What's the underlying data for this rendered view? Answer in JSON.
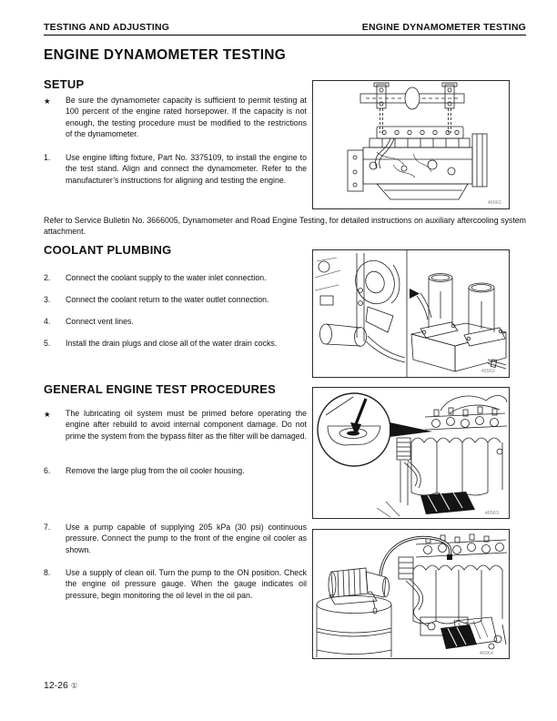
{
  "header": {
    "left": "TESTING AND ADJUSTING",
    "right": "ENGINE DYNAMOMETER TESTING"
  },
  "title": "ENGINE DYNAMOMETER TESTING",
  "setup": {
    "heading": "SETUP",
    "note_marker": "★",
    "note": "Be sure the dynamometer capacity is sufficient to permit testing at 100 percent of the engine rated horsepower. If the capacity is not enough, the testing procedure must be modified to the restrictions of the dynamometer.",
    "step": {
      "num": "1.",
      "text": "Use engine lifting fixture, Part No. 3375109, to install the engine to the test stand. Align and connect the dynamometer. Refer to the manufacturer’s instructions for aligning and testing the engine."
    }
  },
  "bulletin": "Refer to Service Bulletin No. 3666005, Dynamometer and Road Engine Testing, for detailed instructions on auxiliary aftercooling system attachment.",
  "coolant": {
    "heading": "COOLANT PLUMBING",
    "steps": [
      {
        "num": "2.",
        "text": "Connect the coolant supply to the water inlet connection."
      },
      {
        "num": "3.",
        "text": "Connect the coolant return to the water outlet connection."
      },
      {
        "num": "4.",
        "text": "Connect vent lines."
      },
      {
        "num": "5.",
        "text": "Install the drain plugs and close all of the water drain cocks."
      }
    ]
  },
  "general": {
    "heading": "GENERAL ENGINE TEST PROCEDURES",
    "note_marker": "★",
    "note": "The lubricating oil system must be primed before operating the engine after rebuild to avoid internal component damage. Do not prime the system from the bypass filter as the filter will be damaged.",
    "steps": [
      {
        "num": "6.",
        "text": "Remove the large plug from the oil cooler housing."
      },
      {
        "num": "7.",
        "text": "Use a pump capable of supplying 205 kPa (30 psi) continuous pressure. Connect the pump to the front of the engine oil cooler as shown."
      },
      {
        "num": "8.",
        "text": "Use a supply of clean oil. Turn the pump to the ON position. Check the engine oil pressure gauge. When the gauge indicates oil pressure, begin monitoring the oil level in the oil pan."
      }
    ]
  },
  "figures": [
    {
      "label": "46561"
    },
    {
      "label": "46562"
    },
    {
      "label": "46563"
    },
    {
      "label": "46564"
    }
  ],
  "footer": {
    "page_number": "12-26",
    "mark": "①"
  }
}
